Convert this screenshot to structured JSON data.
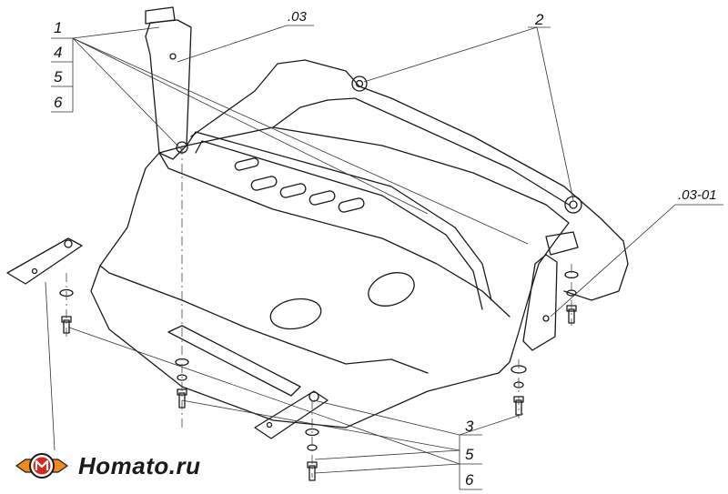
{
  "labels": {
    "left_stack": [
      "1",
      "4",
      "5",
      "6"
    ],
    "code_top": ".03",
    "code_right": ".03-01",
    "num_2": "2",
    "bottom_stack": [
      "3",
      "5",
      "6"
    ]
  },
  "brand": {
    "logo": "Homato logo mark",
    "text": "Homato.ru"
  },
  "colors": {
    "line": "#1a1a1a",
    "leader": "#333333",
    "logo_red": "#d7261e",
    "logo_orange": "#f08a1c"
  }
}
